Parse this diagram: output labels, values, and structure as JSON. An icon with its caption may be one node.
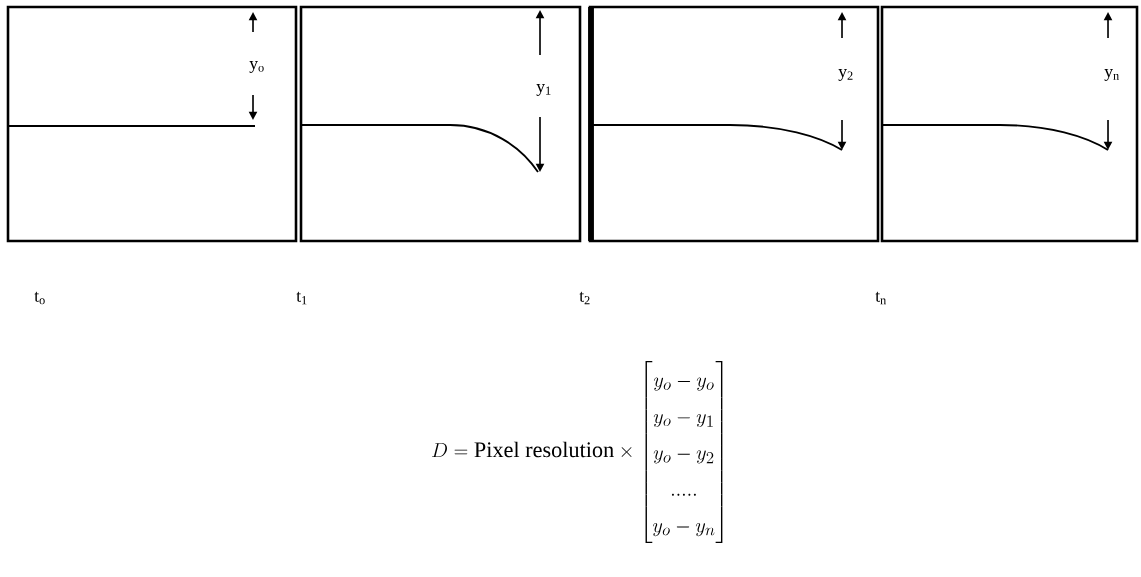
{
  "diagram": {
    "nodes": [
      {
        "text": [
          "y$_{o}$"
        ],
        "beside": [
          "t$_{o}$"
        ]
      },
      {
        "text": [
          "y$_{1}$"
        ],
        "beside": [
          "t$_{1}$"
        ]
      },
      {
        "text": [
          "y$_{2}$"
        ],
        "beside": [
          "t$_{2}$"
        ]
      },
      {
        "text": [
          "y$_{n}$"
        ],
        "beside": [
          "t$_{n}$"
        ]
      }
    ],
    "labels": [
      "D=\\mathrm{Pixel\\ resolution}\\times\\begin{bmatrix}y_o-y_o\\\\y_o-y_1\\\\y_o-y_2\\\\.....\\\\y_o-y_n\\end{bmatrix}"
    ]
  }
}
